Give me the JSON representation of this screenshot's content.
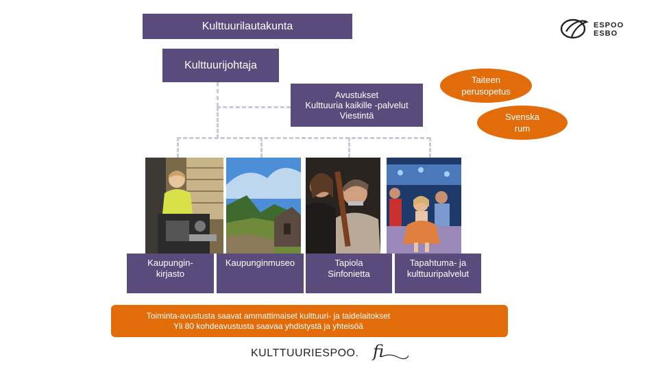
{
  "logo": {
    "line1": "ESPOO",
    "line2": "ESBO"
  },
  "org": {
    "board": "Kulttuurilautakunta",
    "director": "Kulttuurijohtaja",
    "staff": "Avustukset\nKulttuuria kaikille -palvelut\nViestintä",
    "ovals": [
      "Taiteen\nperusopetus",
      "Svenska\nrum"
    ],
    "units": [
      "Kaupungin-\nkirjasto",
      "Kaupunginmuseo",
      "Tapiola\nSinfonietta",
      "Tapahtuma- ja\nkulttuuripalvelut"
    ]
  },
  "photos": [
    "library-maker-photo",
    "museum-landscape-photo",
    "orchestra-bassoon-photo",
    "event-child-photo"
  ],
  "banner": {
    "line1": "Toiminta-avustusta saavat ammattimaiset kulttuuri- ja taidelaitokset",
    "line2": "Yli 80 kohdeavustusta saavaa yhdistystä ja yhteisöä"
  },
  "footer_logo": {
    "text": "KULTTUURIESPOO.",
    "script": "fi"
  },
  "colors": {
    "box": "#5b4a7c",
    "oval": "#e36c0a",
    "connector": "#cfc6d9"
  }
}
